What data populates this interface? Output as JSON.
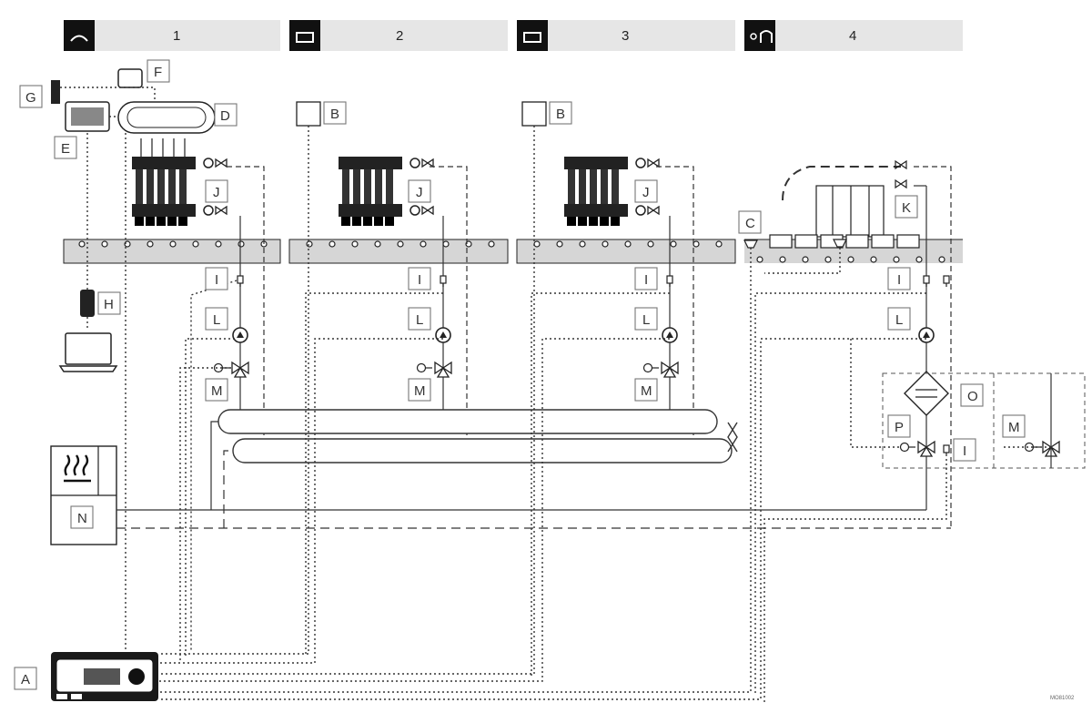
{
  "zones": [
    {
      "number": "1",
      "icon": "living-room-icon"
    },
    {
      "number": "2",
      "icon": "bathroom-icon"
    },
    {
      "number": "3",
      "icon": "bathroom-icon"
    },
    {
      "number": "4",
      "icon": "cooling-room-icon"
    }
  ],
  "labels": {
    "A": "A",
    "B": "B",
    "C": "C",
    "D": "D",
    "E": "E",
    "F": "F",
    "G": "G",
    "H": "H",
    "I": "I",
    "J": "J",
    "K": "K",
    "L": "L",
    "M": "M",
    "N": "N",
    "O": "O",
    "P": "P"
  },
  "figure_code": "MO81002",
  "colors": {
    "line": "#333333",
    "label_border": "#777777",
    "header_bg": "#e6e6e6",
    "floor": "#d6d6d6"
  }
}
